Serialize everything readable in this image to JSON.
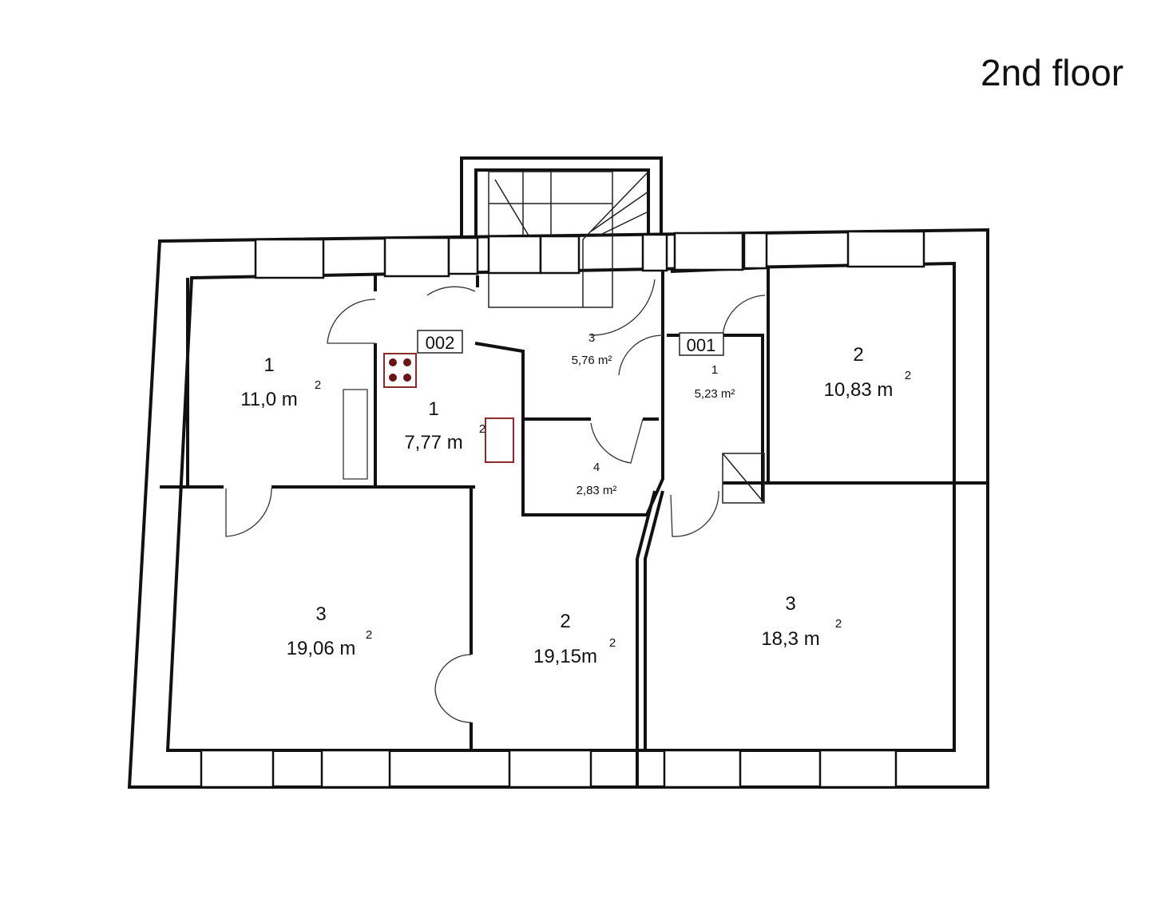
{
  "title": "2nd floor",
  "tags": {
    "a": "002",
    "b": "001"
  },
  "rooms": [
    {
      "num": "1",
      "area": "11,0 m",
      "sup": "2"
    },
    {
      "num": "1",
      "area": "7,77 m",
      "sup": "2"
    },
    {
      "num": "3",
      "area": "5,76 m²",
      "sup": ""
    },
    {
      "num": "1",
      "area": "5,23 m²",
      "sup": ""
    },
    {
      "num": "2",
      "area": "10,83 m",
      "sup": "2"
    },
    {
      "num": "4",
      "area": "2,83 m²",
      "sup": ""
    },
    {
      "num": "3",
      "area": "19,06 m",
      "sup": "2"
    },
    {
      "num": "2",
      "area": "19,15m",
      "sup": "2"
    },
    {
      "num": "3",
      "area": "18,3 m",
      "sup": "2"
    }
  ],
  "colors": {
    "wall": "#111111",
    "fixture": "#8b2a2a"
  }
}
